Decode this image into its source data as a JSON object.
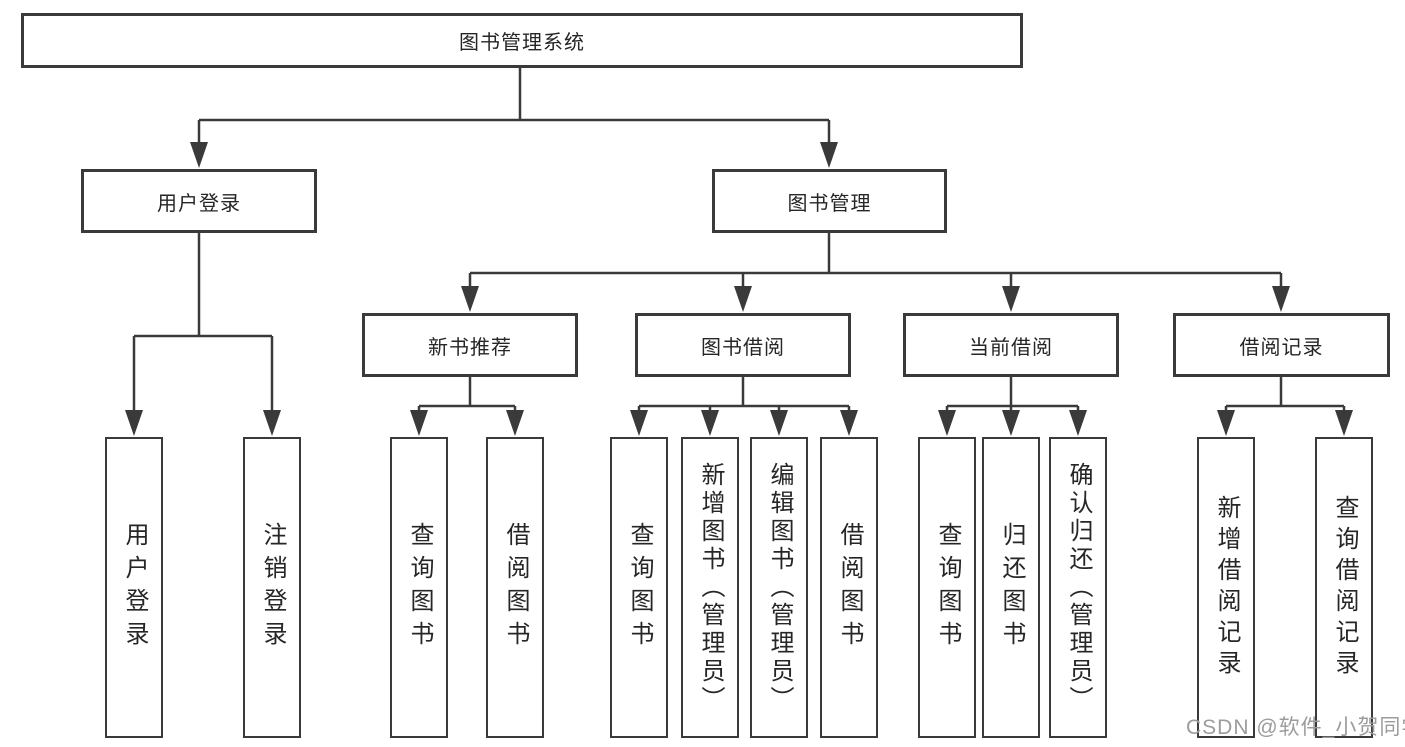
{
  "diagram": {
    "title": "图书管理系统",
    "root": {
      "label": "图书管理系统"
    },
    "level2": [
      {
        "label": "用户登录"
      },
      {
        "label": "图书管理"
      }
    ],
    "level3": [
      {
        "label": "新书推荐"
      },
      {
        "label": "图书借阅"
      },
      {
        "label": "当前借阅"
      },
      {
        "label": "借阅记录"
      }
    ],
    "leaves": [
      {
        "label": "用户登录"
      },
      {
        "label": "注销登录"
      },
      {
        "label": "查询图书"
      },
      {
        "label": "借阅图书"
      },
      {
        "label": "查询图书"
      },
      {
        "label": "新增图书（管理员）"
      },
      {
        "label": "编辑图书（管理员）"
      },
      {
        "label": "借阅图书"
      },
      {
        "label": "查询图书"
      },
      {
        "label": "归还图书"
      },
      {
        "label": "确认归还（管理员）"
      },
      {
        "label": "新增借阅记录"
      },
      {
        "label": "查询借阅记录"
      }
    ],
    "colors": {
      "line": "#3a3a3a",
      "text": "#262626",
      "background": "#ffffff",
      "watermark": "#9c9c9c"
    }
  },
  "watermark": {
    "text": "CSDN @软件_小贺同学"
  }
}
